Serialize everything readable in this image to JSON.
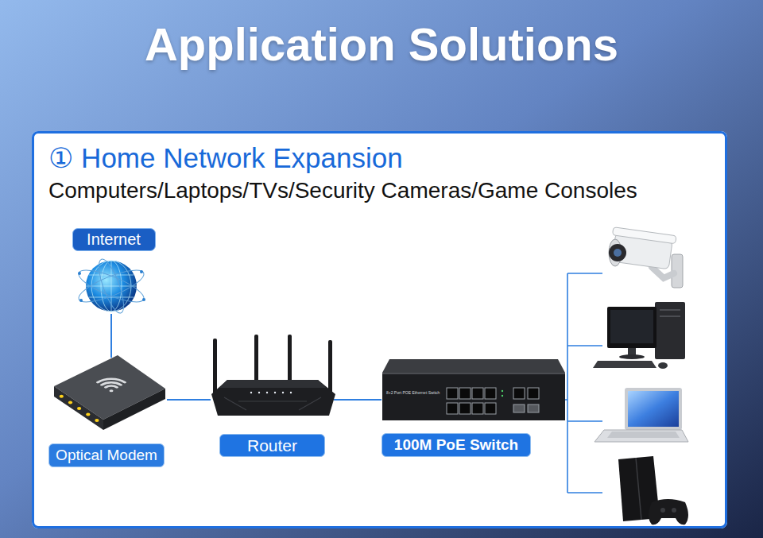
{
  "diagram": {
    "title": "Application Solutions",
    "nodes": [
      {
        "text": [
          "① Home Network Expansion",
          "Computers/Laptops/TVs/Security Cameras/Game Consoles"
        ]
      },
      {
        "text": [
          "Internet"
        ],
        "in": 0
      },
      {
        "text": [
          "Optical Modem"
        ],
        "in": 0
      },
      {
        "text": [
          "Router"
        ],
        "in": 0
      },
      {
        "text": [
          "100M PoE Switch"
        ],
        "in": 0
      }
    ],
    "edges": [
      {
        "from": 1,
        "to": 2,
        "arrow": "none"
      },
      {
        "from": 2,
        "to": 3,
        "arrow": "none"
      },
      {
        "from": 3,
        "to": 4,
        "arrow": "none"
      }
    ],
    "labels": [
      "8+2 Port POE Ethernet Switch"
    ]
  }
}
